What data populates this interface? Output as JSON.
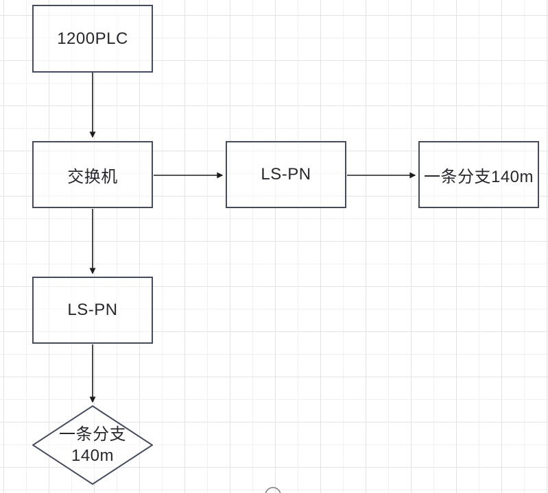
{
  "diagram": {
    "nodes": {
      "plc": {
        "label": "1200PLC",
        "shape": "rectangle"
      },
      "switch": {
        "label": "交换机",
        "shape": "rectangle"
      },
      "lspn_mid": {
        "label": "LS-PN",
        "shape": "rectangle"
      },
      "branch_right": {
        "label": "一条分支140m",
        "shape": "rectangle"
      },
      "lspn_low": {
        "label": "LS-PN",
        "shape": "rectangle"
      },
      "branch_diamond": {
        "label_line1": "一条分支",
        "label_line2": "140m",
        "shape": "diamond"
      }
    },
    "edges": [
      {
        "from": "plc",
        "to": "switch",
        "style": "arrow"
      },
      {
        "from": "switch",
        "to": "lspn_mid",
        "style": "arrow"
      },
      {
        "from": "lspn_mid",
        "to": "branch_right",
        "style": "arrow"
      },
      {
        "from": "switch",
        "to": "lspn_low",
        "style": "arrow"
      },
      {
        "from": "lspn_low",
        "to": "branch_diamond",
        "style": "arrow"
      }
    ],
    "extra_shapes": [
      {
        "id": "partial-ellipse-bottom",
        "note": "circle shape partially visible at bottom edge"
      }
    ],
    "colors": {
      "canvas_bg": "#ffffff",
      "grid_minor": "#f0f0f2",
      "grid_major": "#e3e3e6",
      "node_border": "#454b5f",
      "connector": "#1c1c1e",
      "text": "#27272e",
      "partial_shape_stroke": "#7b7b7b"
    }
  }
}
